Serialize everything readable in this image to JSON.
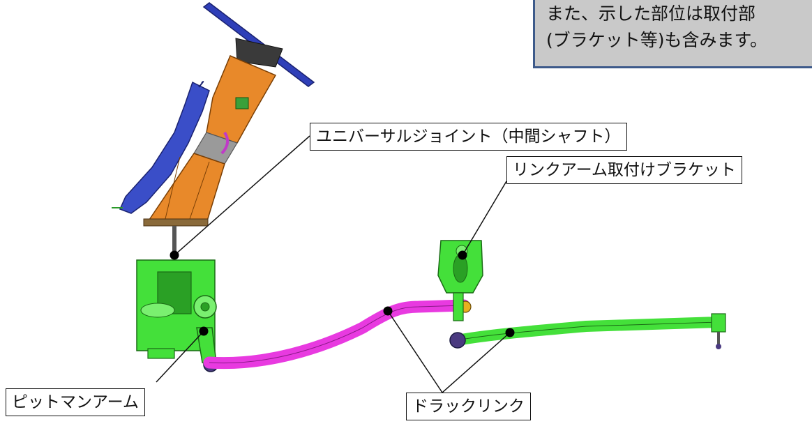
{
  "note": {
    "line1": "また、示した部位は取付部",
    "line2": "(ブラケット等)も含みます。"
  },
  "labels": {
    "universal_joint": "ユニバーサルジョイント（中間シャフト）",
    "link_arm_bracket": "リンクアーム取付けブラケット",
    "pitman_arm": "ピットマンアーム",
    "drag_link": "ドラックリンク"
  },
  "colors": {
    "steering_wheel": "#2f3fb8",
    "column_cover": "#e8892a",
    "gearbox": "#44e03a",
    "drag_link": "#e83ae0",
    "note_border": "#3d5a8a",
    "note_bg": "#c9c9c9"
  }
}
